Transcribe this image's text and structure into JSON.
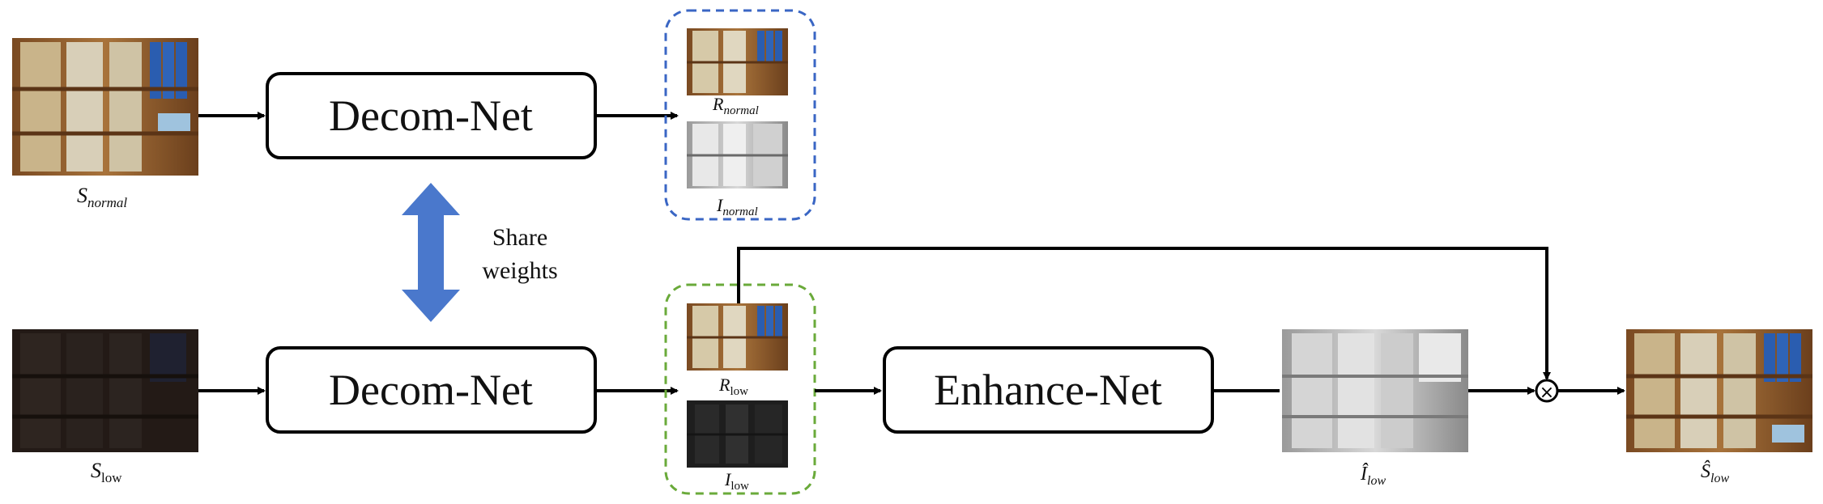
{
  "diagram": {
    "decom_net_top": "Decom-Net",
    "decom_net_bottom": "Decom-Net",
    "enhance_net": "Enhance-Net",
    "share_weights_line1": "Share",
    "share_weights_line2": "weights",
    "multiply_symbol": "×",
    "captions": {
      "s_normal": {
        "base": "S",
        "sub": "normal"
      },
      "s_low": {
        "base": "S",
        "sub": "low"
      },
      "r_normal": {
        "base": "R",
        "sub": "normal"
      },
      "i_normal": {
        "base": "I",
        "sub": "normal"
      },
      "r_low": {
        "base": "R",
        "sub": "low"
      },
      "i_low": {
        "base": "I",
        "sub": "low"
      },
      "i_hat_low": {
        "base": "Î",
        "sub": "low"
      },
      "s_hat_low": {
        "base": "Ŝ",
        "sub": "low"
      }
    },
    "colors": {
      "blue_group_border": "#3a66c4",
      "green_group_border": "#6aaa3a",
      "share_arrow": "#4a78cc",
      "line": "#000000"
    }
  }
}
